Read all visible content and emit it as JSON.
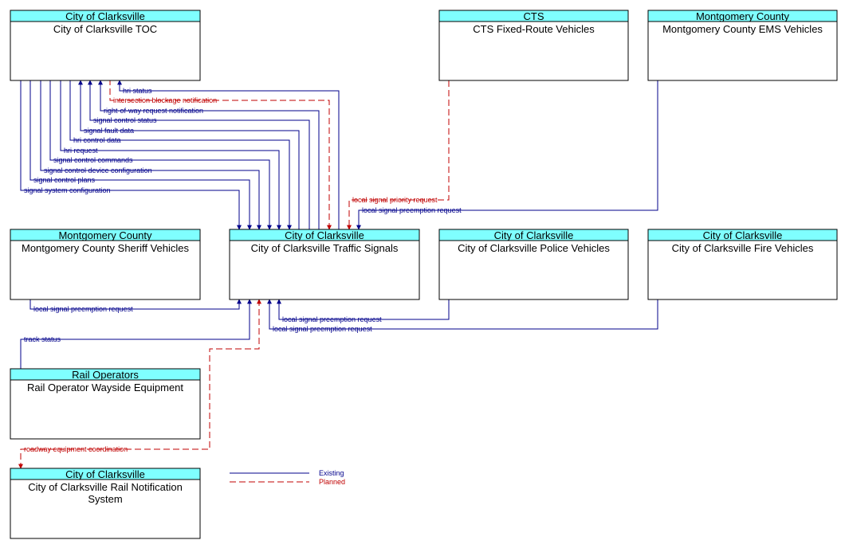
{
  "colors": {
    "existing": "#00008b",
    "planned": "#c00000",
    "header": "#7fffff",
    "border": "#000000"
  },
  "nodes": [
    {
      "id": "toc",
      "org": "City of Clarksville",
      "name": [
        "City of Clarksville TOC"
      ]
    },
    {
      "id": "cts",
      "org": "CTS",
      "name": [
        "CTS Fixed-Route Vehicles"
      ]
    },
    {
      "id": "ems",
      "org": "Montgomery County",
      "name": [
        "Montgomery County EMS Vehicles"
      ]
    },
    {
      "id": "sheriff",
      "org": "Montgomery County",
      "name": [
        "Montgomery County Sheriff Vehicles"
      ]
    },
    {
      "id": "signals",
      "org": "City of Clarksville",
      "name": [
        "City of Clarksville Traffic Signals"
      ]
    },
    {
      "id": "police",
      "org": "City of Clarksville",
      "name": [
        "City of Clarksville Police Vehicles"
      ]
    },
    {
      "id": "fire",
      "org": "City of Clarksville",
      "name": [
        "City of Clarksville Fire Vehicles"
      ]
    },
    {
      "id": "rail",
      "org": "Rail Operators",
      "name": [
        "Rail Operator Wayside Equipment"
      ]
    },
    {
      "id": "railnotif",
      "org": "City of Clarksville",
      "name": [
        "City of Clarksville Rail Notification",
        "System"
      ]
    }
  ],
  "flows": [
    {
      "label": "hri status",
      "status": "existing"
    },
    {
      "label": "intersection blockage notification",
      "status": "planned"
    },
    {
      "label": "right-of-way request notification",
      "status": "existing"
    },
    {
      "label": "signal control status",
      "status": "existing"
    },
    {
      "label": "signal fault data",
      "status": "existing"
    },
    {
      "label": "hri control data",
      "status": "existing"
    },
    {
      "label": "hri request",
      "status": "existing"
    },
    {
      "label": "signal control commands",
      "status": "existing"
    },
    {
      "label": "signal control device configuration",
      "status": "existing"
    },
    {
      "label": "signal control plans",
      "status": "existing"
    },
    {
      "label": "signal system configuration",
      "status": "existing"
    },
    {
      "label": "local signal priority request",
      "status": "planned"
    },
    {
      "label": "local signal preemption request",
      "status": "existing"
    },
    {
      "label": "local signal preemption request",
      "status": "existing"
    },
    {
      "label": "local signal preemption request",
      "status": "existing"
    },
    {
      "label": "local signal preemption request",
      "status": "existing"
    },
    {
      "label": "track status",
      "status": "existing"
    },
    {
      "label": "roadway equipment coordination",
      "status": "planned"
    }
  ],
  "legend": {
    "existing": "Existing",
    "planned": "Planned"
  }
}
